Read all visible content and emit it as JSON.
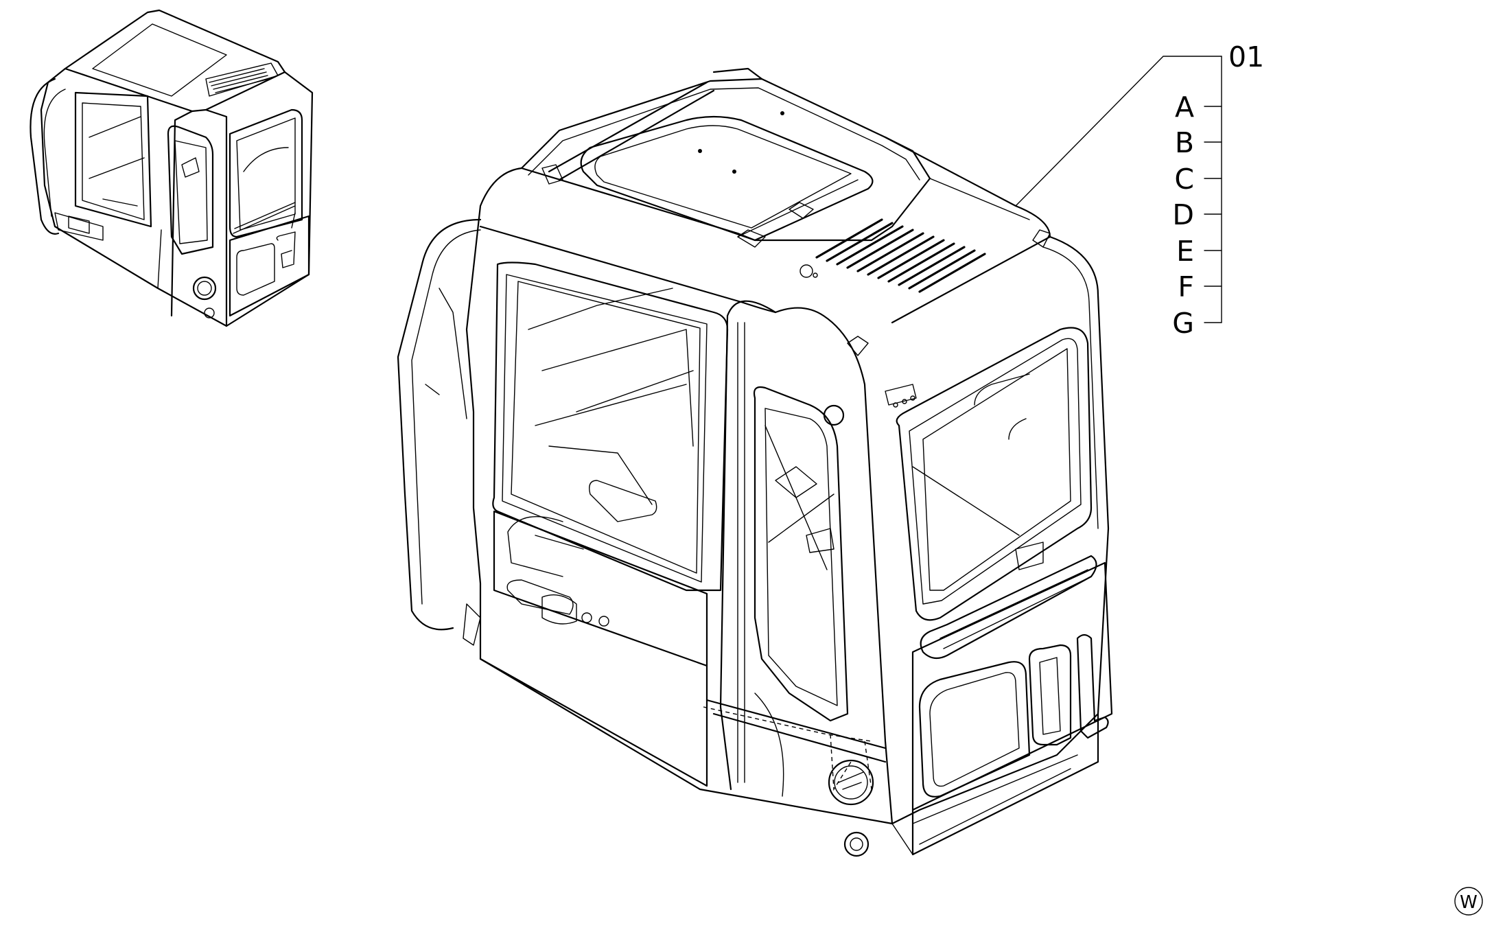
{
  "callouts": {
    "main": "01",
    "items": [
      "A",
      "B",
      "C",
      "D",
      "E",
      "F",
      "G"
    ]
  },
  "watermark_symbol": "W",
  "colors": {
    "ink": "#000000",
    "paper": "#ffffff"
  }
}
